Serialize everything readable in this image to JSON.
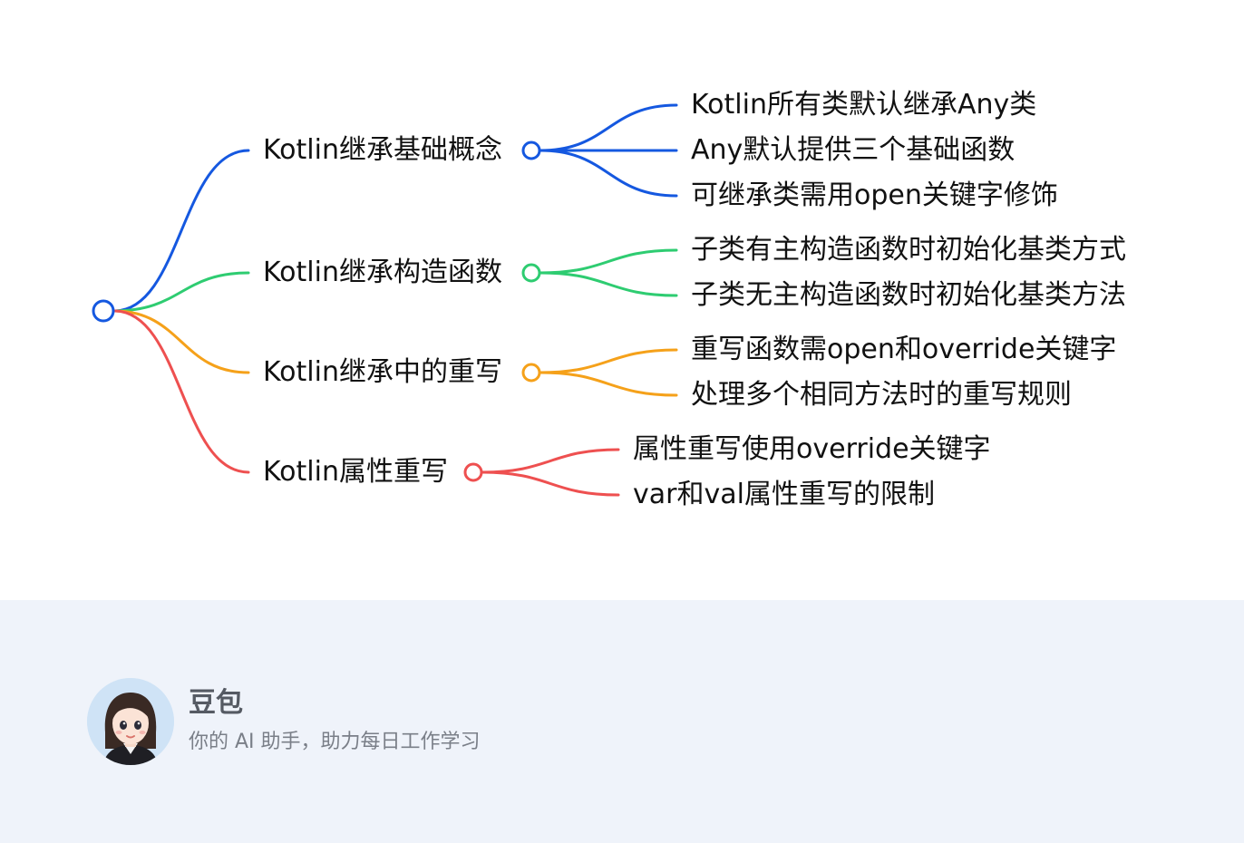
{
  "mindmap": {
    "colors": {
      "root": "#1558e0",
      "branch_1": "#1558e0",
      "branch_2": "#2ecc71",
      "branch_3": "#f5a11a",
      "branch_4": "#ee5050"
    },
    "branches": [
      {
        "label": "Kotlin继承基础概念",
        "color": "#1558e0",
        "children": [
          "Kotlin所有类默认继承Any类",
          "Any默认提供三个基础函数",
          "可继承类需用open关键字修饰"
        ]
      },
      {
        "label": "Kotlin继承构造函数",
        "color": "#2ecc71",
        "children": [
          "子类有主构造函数时初始化基类方式",
          "子类无主构造函数时初始化基类方法"
        ]
      },
      {
        "label": "Kotlin继承中的重写",
        "color": "#f5a11a",
        "children": [
          "重写函数需open和override关键字",
          "处理多个相同方法时的重写规则"
        ]
      },
      {
        "label": "Kotlin属性重写",
        "color": "#ee5050",
        "children": [
          "属性重写使用override关键字",
          "var和val属性重写的限制"
        ]
      }
    ]
  },
  "footer": {
    "brand_name": "豆包",
    "tagline": "你的 AI 助手，助力每日工作学习",
    "background": "#eff3fa"
  }
}
